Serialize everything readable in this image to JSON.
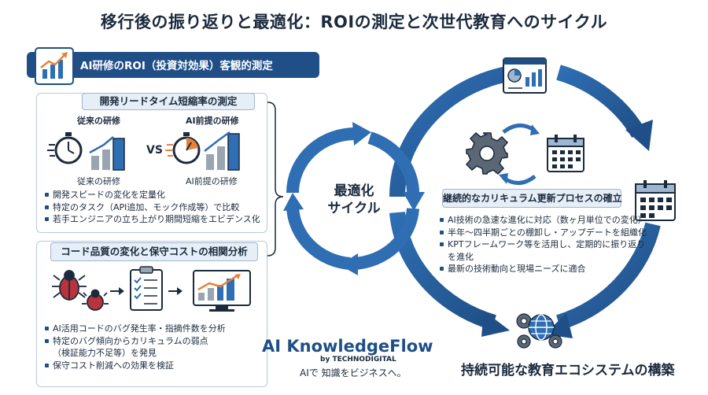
{
  "title": "移行後の振り返りと最適化：ROIの測定と次世代教育へのサイクル",
  "roi_header": "AI研修のROI（投資対効果）客観的測定",
  "leadtime": {
    "title": "開発リードタイム短縮率の測定",
    "label_conventional": "従来の研修",
    "label_ai": "AI前提の研修",
    "vs": "VS",
    "caption_conventional": "従来の研修",
    "caption_ai": "AI前提の研修",
    "bullets": [
      "開発スピードの変化を定量化",
      "特定のタスク（API追加、モック作成等）で比較",
      "若手エンジニアの立ち上がり期間短縮をエビデンス化"
    ]
  },
  "quality": {
    "title": "コード品質の変化と保守コストの相関分析",
    "bullets": [
      "AI活用コードのバグ発生率・指摘件数を分析",
      "特定のバグ傾向からカリキュラムの弱点",
      "（検証能力不足等）を発見",
      "保守コスト削減への効果を検証"
    ]
  },
  "cycle": {
    "line1": "最適化",
    "line2": "サイクル"
  },
  "curriculum": {
    "title": "継続的なカリキュラム更新プロセスの確立",
    "bullets": [
      "AI技術の急速な進化に対応（数ヶ月単位での変化）",
      "半年〜四半期ごとの棚卸し・アップデートを組織化",
      "KPTフレームワーク等を活用し、定期的に振り返り",
      "を進化",
      "最新の技術動向と現場ニーズに適合"
    ]
  },
  "brand": {
    "name": "AI KnowledgeFlow",
    "by": "by TECHNODIGITAL",
    "tagline": "AIで 知識をビジネスへ。"
  },
  "ecosystem": "持続可能な教育エコシステムの構築",
  "colors": {
    "navy": "#1f4f86",
    "blue": "#2f6eb3",
    "light_blue": "#e6eef7",
    "orange": "#e8823a",
    "bug_red": "#b8333b"
  }
}
